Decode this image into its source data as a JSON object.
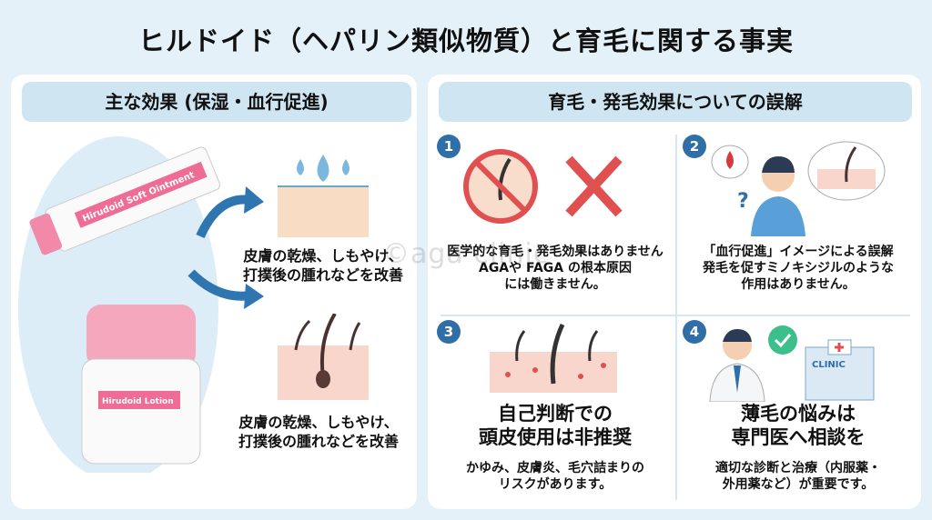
{
  "title": "ヒルドイド（ヘパリン類似物質）と育毛に関する事実",
  "watermark": "©aga clinic",
  "left": {
    "header": "主な効果 (保湿・血行促進)",
    "tube_label": "Hirudoid Soft Ointment",
    "bottle_label": "Hirudoid Lotion",
    "effects": [
      {
        "icon": "skin-moisture-icon",
        "text1": "皮膚の乾燥、しもやけ、",
        "text2": "打撲後の腫れなどを改善"
      },
      {
        "icon": "skin-hair-follicle-icon",
        "text1": "皮膚の乾燥、しもやけ、",
        "text2": "打撲後の腫れなどを改善"
      }
    ]
  },
  "right": {
    "header": "育毛・発毛効果についての誤解",
    "items": [
      {
        "num": "1",
        "lines": [
          "医学的な育毛・発毛効果はありません",
          "AGAや FAGA の根本原因",
          "には働きません。"
        ]
      },
      {
        "num": "2",
        "lines": [
          "「血行促進」イメージによる誤解",
          "発毛を促すミノキシジルのような",
          "作用はありません。"
        ]
      },
      {
        "num": "3",
        "heading": [
          "自己判断での",
          "頭皮使用は非推奨"
        ],
        "lines": [
          "かゆみ、皮膚炎、毛穴詰まりの",
          "リスクがあります。"
        ]
      },
      {
        "num": "4",
        "heading": [
          "薄毛の悩みは",
          "専門医へ相談を"
        ],
        "lines": [
          "適切な診断と治療（内服薬・",
          "外用薬など）が重要です。"
        ],
        "clinic_sign": "CLINIC"
      }
    ]
  },
  "colors": {
    "background": "#e4f1f8",
    "header": "#cfe6f2",
    "accent": "#2f6ea6",
    "cross": "#e05050",
    "pink": "#f08aa8",
    "check": "#3cbf8a"
  }
}
